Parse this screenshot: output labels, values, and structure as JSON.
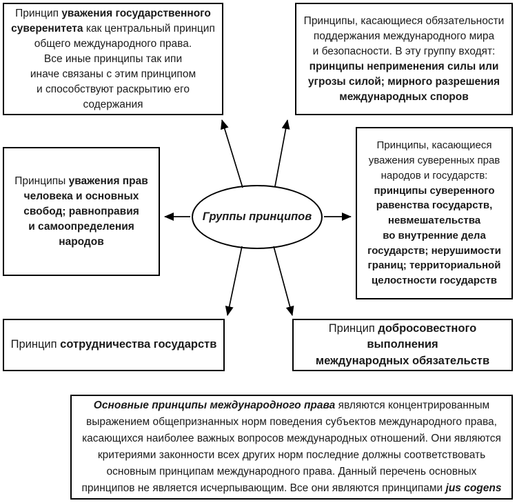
{
  "colors": {
    "background": "#ffffff",
    "line": "#000000",
    "text": "#1a1a1a"
  },
  "center": {
    "segments": [
      {
        "t": "Группы принципов",
        "b": true,
        "i": true
      }
    ]
  },
  "boxes": {
    "top_left": {
      "segments": [
        {
          "t": "Принцип "
        },
        {
          "t": "уважения государственного\nсуверенитета",
          "b": true
        },
        {
          "t": " как центральный принцип\nобщего международного права.\nВсе иные принципы так ипи\nиначе связаны с этим принципом\nи способствуют раскрытию его\nсодержания"
        }
      ]
    },
    "top_right": {
      "segments": [
        {
          "t": "Принципы, касающиеся обязательности\nподдержания международного мира\nи безопасности. В эту группу входят:\n"
        },
        {
          "t": "принципы неприменения силы или\nугрозы силой; мирного разрешения\nмеждународных споров",
          "b": true
        }
      ]
    },
    "mid_left": {
      "segments": [
        {
          "t": "Принципы "
        },
        {
          "t": "уважения прав\nчеловека и основных\nсвобод; равноправия\nи самоопределения\nнародов",
          "b": true
        }
      ]
    },
    "mid_right": {
      "segments": [
        {
          "t": "Принципы, касающиеся\nуважения суверенных прав\nнародов и государств:\n"
        },
        {
          "t": "принципы суверенного\nравенства государств,\nневмешательства\nво внутренние дела\nгосударств; нерушимости\nграниц; территориальной\nцелостности государств",
          "b": true
        }
      ]
    },
    "bottom_left": {
      "segments": [
        {
          "t": "Принцип "
        },
        {
          "t": "сотрудничества государств",
          "b": true
        }
      ]
    },
    "bottom_right": {
      "segments": [
        {
          "t": "Принцип "
        },
        {
          "t": "добросовестного выполнения\nмеждународных обязательств",
          "b": true
        }
      ]
    },
    "bottom_main": {
      "segments": [
        {
          "t": "Основные принципы международного права",
          "b": true,
          "i": true
        },
        {
          "t": " являются концентрированным\nвыражением общепризнанных норм поведения субъектов международного права,\nкасающихся наиболее важных вопросов международных отношений. Они являются\nкритериями законности всех других норм последние должны соответствовать\nосновным принципам международного права. Данный перечень основных\nпринципов не является исчерпывающим. Все они являются принципами "
        },
        {
          "t": "jus cogens",
          "b": true,
          "i": true
        }
      ]
    }
  }
}
